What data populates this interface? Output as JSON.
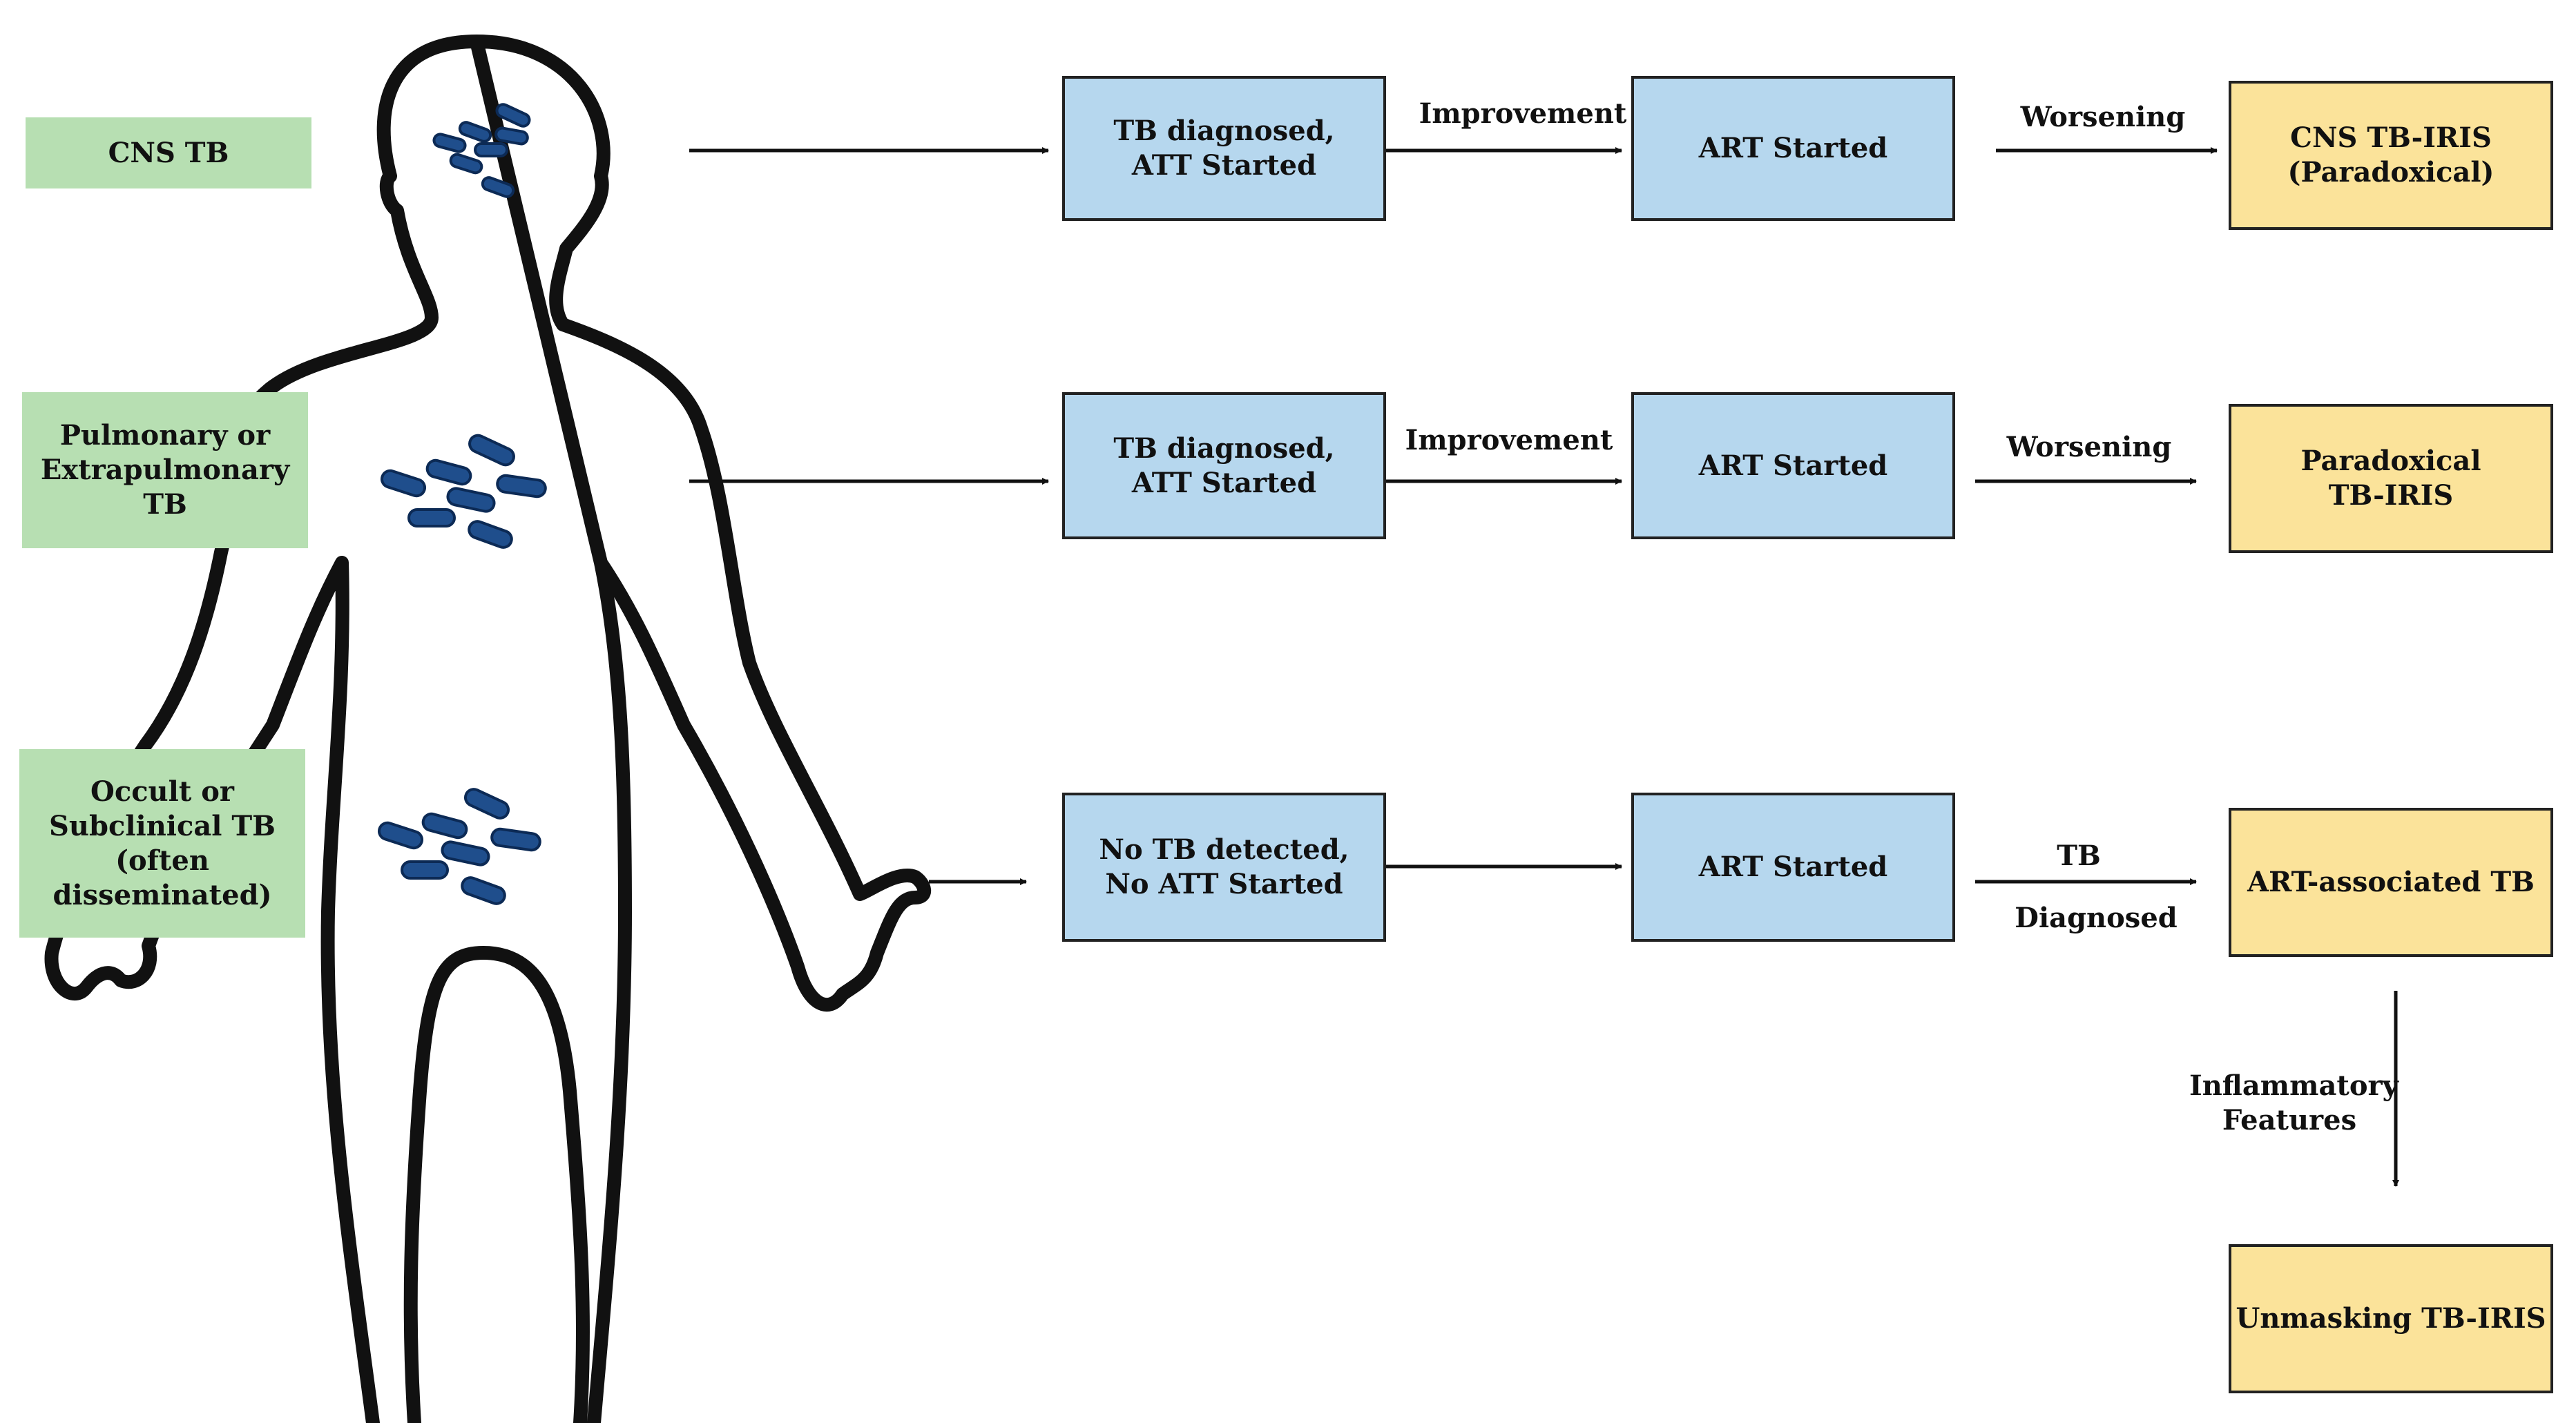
{
  "site_labels": {
    "cns": [
      "CNS TB"
    ],
    "pulmonary": [
      "Pulmonary or",
      "Extrapulmonary",
      "TB"
    ],
    "occult": [
      "Occult or",
      "Subclinical TB",
      "(often",
      "disseminated)"
    ]
  },
  "rows": [
    {
      "step1": [
        "TB  diagnosed,",
        "ATT Started"
      ],
      "arrow1": [
        "Improvement"
      ],
      "step2": [
        "ART Started"
      ],
      "arrow2": [
        "Worsening"
      ],
      "outcome": [
        "CNS TB-IRIS",
        "(Paradoxical)"
      ]
    },
    {
      "step1": [
        "TB  diagnosed,",
        "ATT Started"
      ],
      "arrow1": [
        "Improvement"
      ],
      "step2": [
        "ART Started"
      ],
      "arrow2": [
        "Worsening"
      ],
      "outcome": [
        "Paradoxical",
        "TB-IRIS"
      ]
    },
    {
      "step1": [
        "No TB  detected,",
        "No ATT Started"
      ],
      "arrow1": [],
      "step2": [
        "ART Started"
      ],
      "arrow2_top": [
        "TB"
      ],
      "arrow2_bottom": [
        "Diagnosed"
      ],
      "outcome": [
        "ART-associated TB"
      ]
    }
  ],
  "down_arrow_label": [
    "Inflammatory",
    "Features"
  ],
  "final_outcome": [
    "Unmasking TB-IRIS"
  ],
  "colors": {
    "step_box": "#b6d7ee",
    "outcome_box": "#fbe39a",
    "site_label_box": "#b7dfb2",
    "bacilli": "#1f4e8c",
    "outline": "#111111"
  },
  "icons": [
    "human-body-outline",
    "bacilli-cluster"
  ]
}
